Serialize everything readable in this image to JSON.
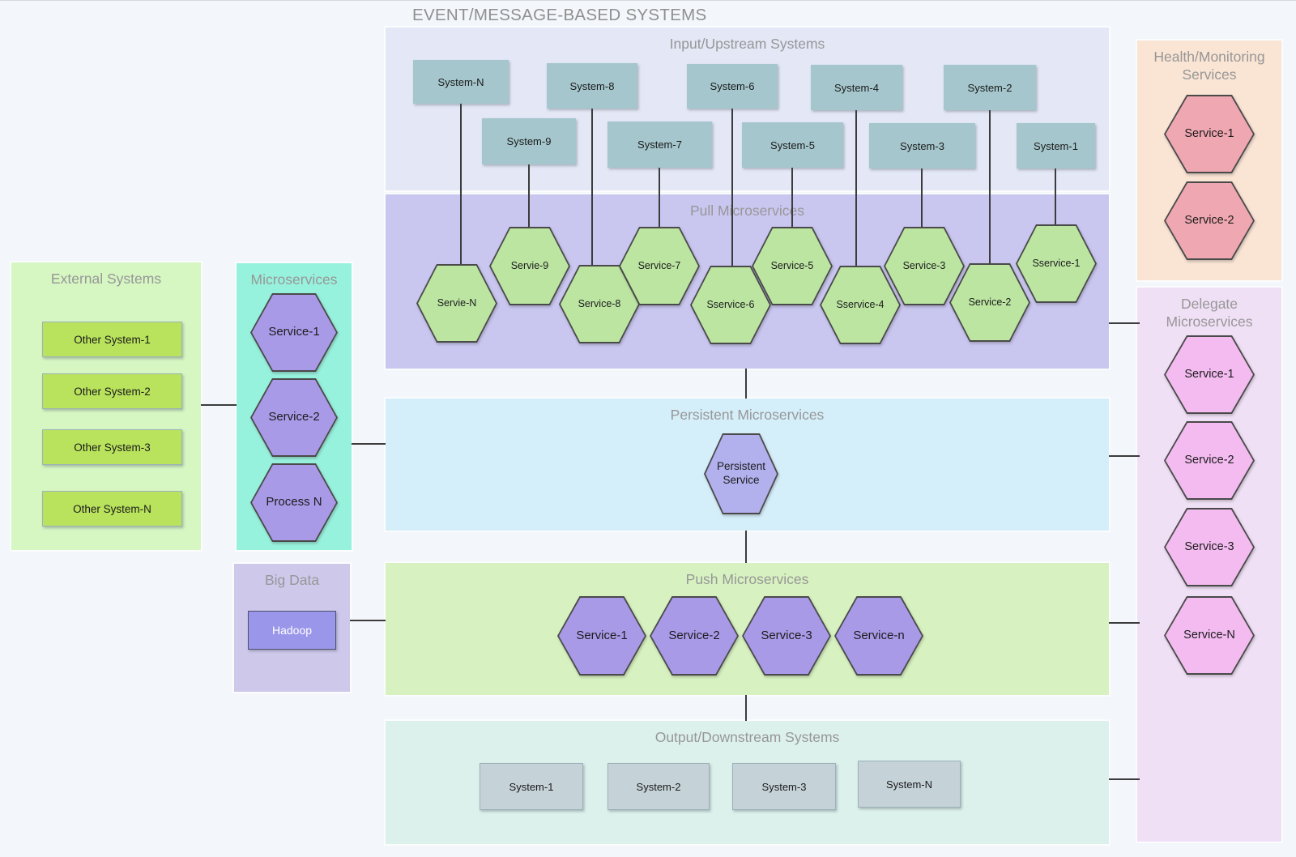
{
  "diagram_title": "EVENT/MESSAGE-BASED SYSTEMS",
  "colors": {
    "background": "#f3f6fa",
    "input_panel": "#e3e7f6",
    "pull_panel": "#c9c6f0",
    "persistent_panel": "#d5effa",
    "push_panel": "#d7f2c0",
    "output_panel": "#ddf1ec",
    "external_panel": "#d6f6c2",
    "microservices_panel": "#97f2dd",
    "bigdata_panel": "#cec8eb",
    "health_panel": "#fae4d4",
    "delegate_panel": "#f0e0f6",
    "system_box": "#a4c6cc",
    "output_box": "#c5d2d8",
    "external_box": "#b9e35c",
    "hadoop_box": "#9a96e9",
    "pull_hexagon": "#bce5a2",
    "purple_hexagon": "#a99ae8",
    "persistent_hexagon": "#b2b0ed",
    "health_hexagon": "#efa7b1",
    "delegate_hexagon": "#f3bbf0",
    "panel_title_text": "#979797",
    "connector_line": "#3c3c3c"
  },
  "panels": {
    "input": {
      "title": "Input/Upstream Systems",
      "systems": [
        "System-N",
        "System-8",
        "System-6",
        "System-4",
        "System-2",
        "System-9",
        "System-7",
        "System-5",
        "System-3",
        "System-1"
      ]
    },
    "pull": {
      "title": "Pull Microservices",
      "services": [
        "Servie-N",
        "Servie-9",
        "Service-8",
        "Service-7",
        "Sservice-6",
        "Service-5",
        "Sservice-4",
        "Service-3",
        "Service-2",
        "Sservice-1"
      ]
    },
    "persistent": {
      "title": "Persistent Microservices",
      "service": "Persistent Service"
    },
    "push": {
      "title": "Push Microservices",
      "services": [
        "Service-1",
        "Service-2",
        "Service-3",
        "Service-n"
      ]
    },
    "output": {
      "title": "Output/Downstream Systems",
      "systems": [
        "System-1",
        "System-2",
        "System-3",
        "System-N"
      ]
    },
    "external": {
      "title": "External Systems",
      "systems": [
        "Other System-1",
        "Other System-2",
        "Other System-3",
        "Other System-N"
      ]
    },
    "microservices": {
      "title": "Microservices",
      "services": [
        "Service-1",
        "Service-2",
        "Process N"
      ]
    },
    "bigdata": {
      "title": "Big Data",
      "node": "Hadoop"
    },
    "health": {
      "title": "Health/Monitoring Services",
      "services": [
        "Service-1",
        "Service-2"
      ]
    },
    "delegate": {
      "title": "Delegate Microservices",
      "services": [
        "Service-1",
        "Service-2",
        "Service-3",
        "Service-N"
      ]
    }
  }
}
